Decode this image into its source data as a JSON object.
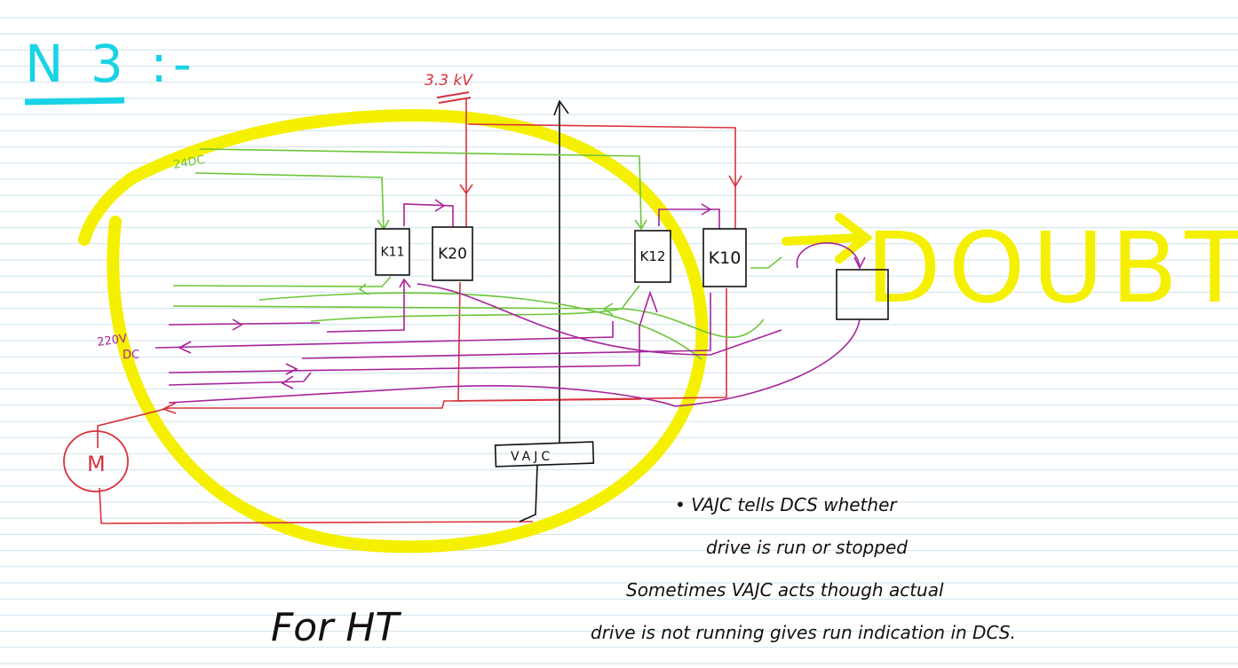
{
  "title": "N 3 :-",
  "labels": {
    "supply_33kv": "3.3 kV",
    "supply_24dc": "24DC",
    "supply_220vdc_line1": "220V",
    "supply_220vdc_line2": "DC",
    "motor": "M",
    "vajc": "VAJC",
    "doubt": "DOUBT",
    "for_ht": "For HT"
  },
  "components": [
    {
      "id": "k11",
      "label": "K11"
    },
    {
      "id": "k20",
      "label": "K20"
    },
    {
      "id": "k12",
      "label": "K12"
    },
    {
      "id": "k10",
      "label": "K10"
    }
  ],
  "notes": [
    "• VAJC tells DCS whether",
    "drive is run or stopped",
    "Sometimes VAJC acts though actual",
    "drive is not running gives run indication in DCS."
  ],
  "colors": {
    "title": "#19d3e6",
    "highlight": "#f4f000",
    "red_wire": "#d8323c",
    "green_wire": "#6cc63a",
    "magenta_wire": "#a7249a",
    "ink": "#111111",
    "ruled_line": "#cfe3ef"
  }
}
